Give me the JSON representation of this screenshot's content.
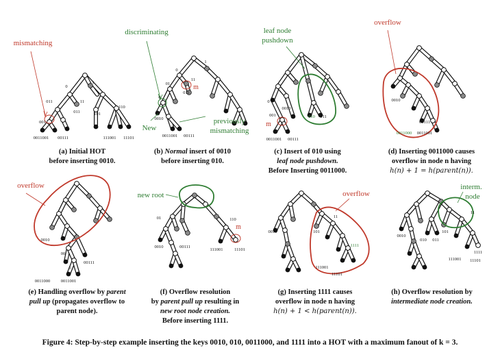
{
  "annotations": {
    "mismatching": "mismatching",
    "discriminating": "discriminating",
    "new": "New",
    "previously": "previously",
    "mismatching2": "mismatching",
    "leaf_node": "leaf node",
    "pushdown": "pushdown",
    "overflow": "overflow",
    "new_root": "new root",
    "interm": "interm.",
    "node": "node",
    "m": "m"
  },
  "keys": {
    "k0010": "0010",
    "k0011": "0011",
    "k0011001": "0011001",
    "k00111": "00111",
    "k011": "011",
    "k101": "101",
    "k111001": "111001",
    "k11101": "11101",
    "k010": "010",
    "k0011000": "0011000",
    "k1111": "1111"
  },
  "bits": {
    "b0": "0",
    "b1": "1",
    "b00": "00",
    "b01": "01",
    "b11": "11",
    "b001": "001",
    "b011": "011",
    "b110": "110"
  },
  "captions": {
    "a": [
      "(a) Initial HOT",
      "before inserting 0010."
    ],
    "b": [
      "(b) ",
      "Normal",
      " insert of 0010",
      "before inserting 010."
    ],
    "c": [
      "(c) Insert of 010 using",
      "leaf node pushdown.",
      "Before Inserting 0011000."
    ],
    "d": [
      "(d) Inserting 0011000 causes",
      "overflow in node n having",
      "h(n) + 1 = h(parent(n))."
    ],
    "e": [
      "(e) Handling overflow by ",
      "parent",
      "pull up",
      " (propagates overflow to",
      "parent node)."
    ],
    "f": [
      "(f) Overflow resolution",
      "by ",
      "parent pull up",
      " resulting in",
      "new root node creation.",
      "Before inserting 1111."
    ],
    "g": [
      "(g) Inserting 1111 causes",
      "overflow in node n having",
      "h(n) + 1 < h(parent(n))."
    ],
    "h": [
      "(h) Overflow resolution by",
      "intermediate node creation."
    ]
  },
  "figure_caption": "Figure 4: Step-by-step example inserting the keys 0010, 010, 0011000, and 1111 into a HOT with a maximum fanout of k = 3.",
  "colors": {
    "red": "#c0392b",
    "green": "#2e7d32",
    "dark": "#111111",
    "gray": "#8a8a8a"
  }
}
